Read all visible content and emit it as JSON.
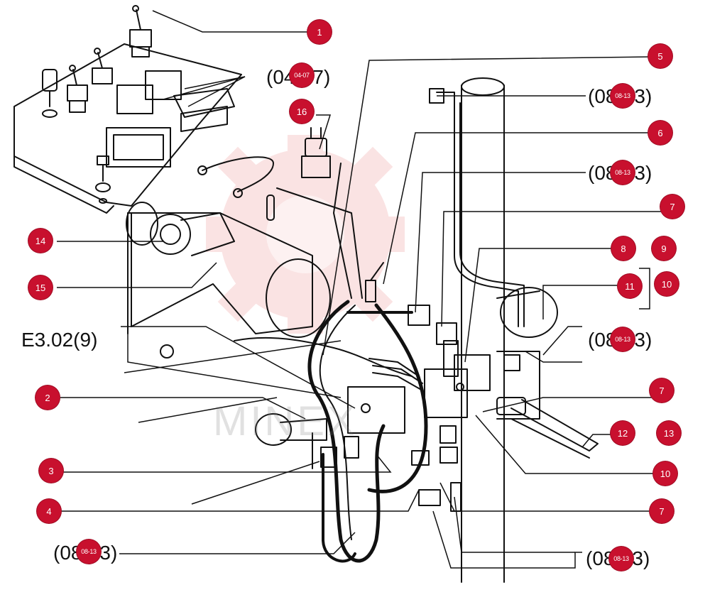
{
  "watermark": "MINEX",
  "labels": {
    "ref_e302": "E3.02(9)",
    "ref_0407": "(04-07)",
    "ref_0813_a": "(08-13)",
    "ref_0813_b": "(08-13)",
    "ref_0813_c": "(08-13)",
    "ref_0813_d": "(08-13)",
    "ref_0813_e": "(08-13)"
  },
  "callouts": {
    "c1": "1",
    "c2": "2",
    "c3": "3",
    "c4": "4",
    "c5": "5",
    "c6": "6",
    "c7a": "7",
    "c7b": "7",
    "c7c": "7",
    "c8": "8",
    "c9": "9",
    "c10a": "10",
    "c10b": "10",
    "c11": "11",
    "c12": "12",
    "c13": "13",
    "c14": "14",
    "c15": "15",
    "c16": "16",
    "r0407": "04-07",
    "r0813a": "08-13",
    "r0813b": "08-13",
    "r0813c": "08-13",
    "r0813d": "08-13",
    "r0813e": "08-13"
  },
  "colors": {
    "callout": "#c8102e",
    "line": "#111111",
    "watermark": "#e03030"
  }
}
